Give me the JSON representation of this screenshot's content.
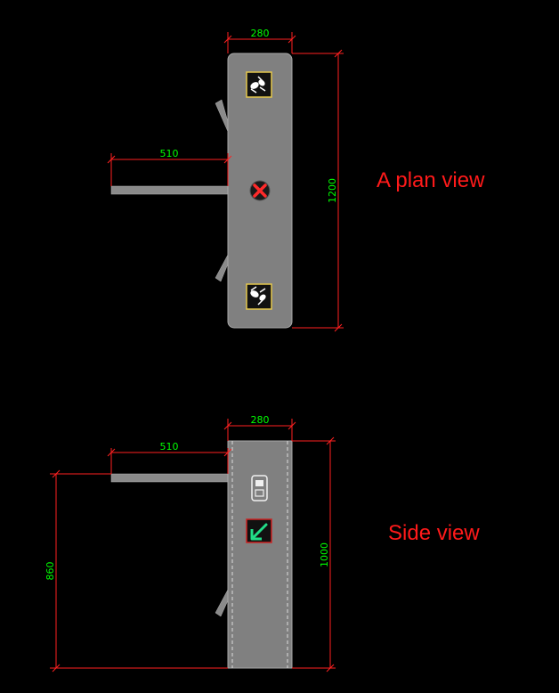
{
  "drawing": {
    "colors": {
      "background": "#000000",
      "body": "#808080",
      "arm": "#8a8a8a",
      "dimension_line": "#ff2020",
      "dimension_text": "#00ff00",
      "title": "#ff1a1a",
      "panel_border": "#e6c84a"
    },
    "plan_view": {
      "title": "A plan view",
      "width_label": "280",
      "arm_length_label": "510",
      "length_label": "1200",
      "icons": [
        "card-reader-icon",
        "stop-cross-icon",
        "card-reader-icon"
      ]
    },
    "side_view": {
      "title": "Side view",
      "width_label": "280",
      "arm_length_label": "510",
      "arm_height_label": "860",
      "height_label": "1000",
      "icons": [
        "card-reader-icon",
        "direction-arrow-icon"
      ]
    }
  }
}
